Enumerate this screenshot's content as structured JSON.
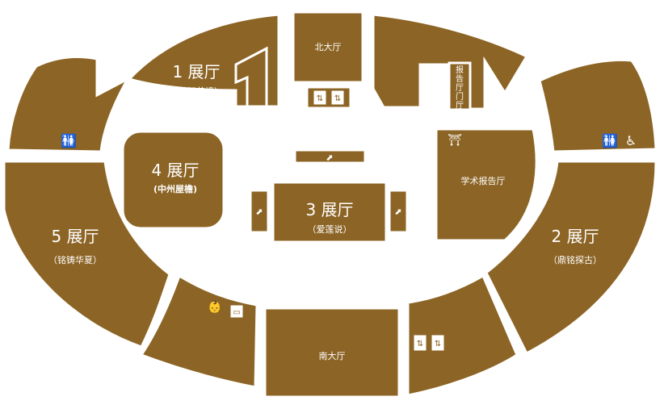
{
  "halls": {
    "hall1": {
      "name": "1 展厅",
      "sub": "（妙相艺境）"
    },
    "hall2": {
      "name": "2 展厅",
      "sub": "（鼎铭探古）"
    },
    "hall3": {
      "name": "3 展厅",
      "sub": "（爱莲说）"
    },
    "hall4": {
      "name": "4 展厅",
      "sub": "(中州屋檐)"
    },
    "hall5": {
      "name": "5 展厅",
      "sub": "（铭铸华夏）"
    }
  },
  "rooms": {
    "north": "北大厅",
    "south": "南大厅",
    "lecture": "学术报告厅",
    "report_door": [
      "报",
      "告",
      "厅",
      "门",
      "厅"
    ]
  },
  "icons": {
    "restroom": "restroom-icon",
    "accessible": "wheelchair-icon",
    "elevator": "elevator-icon",
    "escalator": "escalator-icon",
    "baby_care": "baby-care-icon",
    "info": "info-desk-icon"
  },
  "colors": {
    "floor": "#8c6425",
    "background": "#ffffff"
  }
}
